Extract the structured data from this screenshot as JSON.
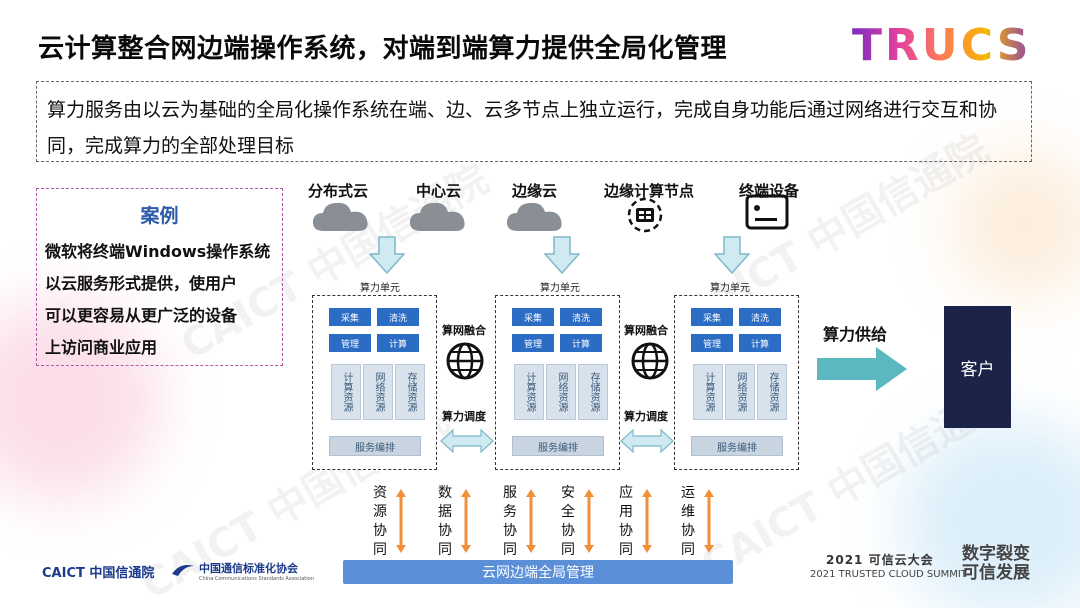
{
  "title": "云计算整合网边端操作系统，对端到端算力提供全局化管理",
  "brand_logo": "TRUCS",
  "summary": "算力服务由以云为基础的全局化操作系统在端、边、云多节点上独立运行，完成自身功能后通过网络进行交互和协同，完成算力的全部处理目标",
  "case": {
    "title": "案例",
    "lines": [
      "微软将终端Windows操作系统",
      "以云服务形式提供，使用户",
      "可以更容易从更广泛的设备",
      "上访问商业应用"
    ]
  },
  "nodes": [
    "分布式云",
    "中心云",
    "边缘云",
    "边缘计算节点",
    "终端设备"
  ],
  "unit_label": "算力单元",
  "cluster": {
    "btn_collect": "采集",
    "btn_clean": "清洗",
    "btn_manage": "管理",
    "btn_measure": "计算",
    "res_compute": "计算资源",
    "res_network": "网络资源",
    "res_storage": "存储资源",
    "svc": "服务编排"
  },
  "links": {
    "fusion": "算网融合",
    "dispatch": "算力调度"
  },
  "supply": "算力供给",
  "customer": "客户",
  "collab": [
    "资源协同",
    "数据协同",
    "服务协同",
    "安全协同",
    "应用协同",
    "运维协同"
  ],
  "mgmt": "云网边端全局管理",
  "footer": {
    "caict": "CAICT 中国信通院",
    "assoc_cn": "中国通信标准化协会",
    "assoc_en": "China Communications Standards Association",
    "summit_cn": "2021 可信云大会",
    "summit_en": "2021 TRUSTED CLOUD SUMMIT",
    "slogan_1": "数字裂变",
    "slogan_2": "可信发展"
  },
  "watermark": "CAICT 中国信通院"
}
